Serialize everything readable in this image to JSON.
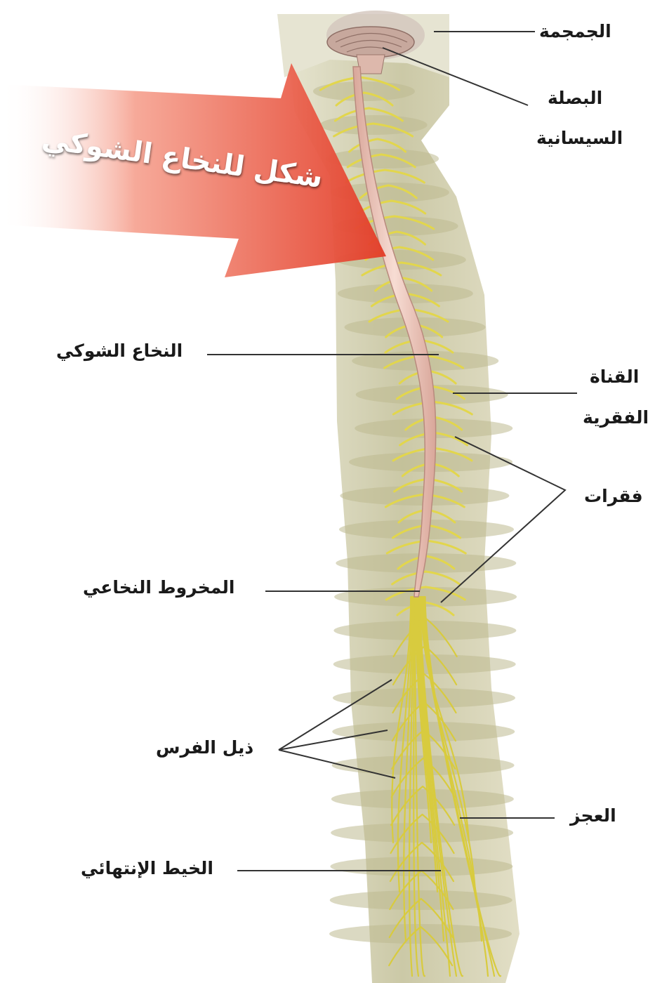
{
  "banner_title": "شكل للنخاع الشوكي",
  "labels": {
    "skull": "الجمجمة",
    "medulla_line1": "البصلة",
    "medulla_line2": "السيسانية",
    "spinal_cord": "النخاع الشوكي",
    "canal_line1": "القناة",
    "canal_line2": "الفقرية",
    "vertebrae": "فقرات",
    "conus": "المخروط النخاعي",
    "cauda": "ذيل الفرس",
    "sacrum": "العجز",
    "filum": "الخيط الإنتهائي"
  },
  "colors": {
    "banner_arrow": "#e8412c",
    "bone": "#ccc9a5",
    "nerve": "#e2d64c",
    "cord": "#f0c9bd",
    "leader_line": "#333333"
  }
}
